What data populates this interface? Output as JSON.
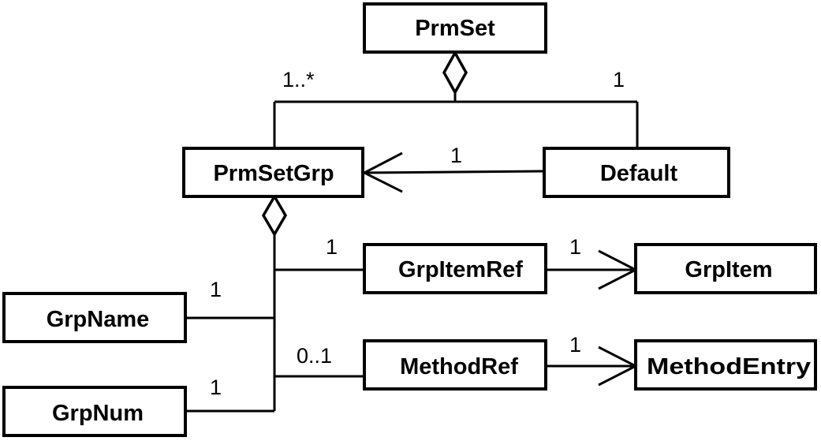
{
  "classes": {
    "prmset": "PrmSet",
    "prmsetgrp": "PrmSetGrp",
    "default": "Default",
    "grpitemref": "GrpItemRef",
    "grpitem": "GrpItem",
    "grpname": "GrpName",
    "methodref": "MethodRef",
    "methodentry": "MethodEntry",
    "grpnum": "GrpNum"
  },
  "multiplicities": {
    "prmset_to_prmsetgrp": "1..*",
    "prmset_to_default": "1",
    "default_to_prmsetgrp": "1",
    "prmsetgrp_to_grpitemref": "1",
    "grpitemref_to_grpitem": "1",
    "prmsetgrp_to_grpname": "1",
    "prmsetgrp_to_methodref": "0..1",
    "methodref_to_methodentry": "1",
    "prmsetgrp_to_grpnum": "1"
  }
}
